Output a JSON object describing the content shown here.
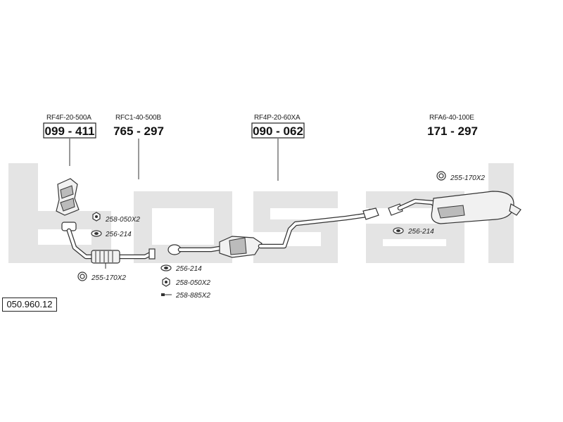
{
  "watermark": "bosal",
  "reference": "050.960.12",
  "parts": [
    {
      "oem": "RF4F-20-500A",
      "number": "099 - 411",
      "boxed": true
    },
    {
      "oem": "RFC1-40-500B",
      "number": "765 - 297",
      "boxed": false
    },
    {
      "oem": "RF4P-20-60XA",
      "number": "090 - 062",
      "boxed": true
    },
    {
      "oem": "RFA6-40-100E",
      "number": "171 - 297",
      "boxed": false
    }
  ],
  "fittings": [
    {
      "code": "258-050X2",
      "icon": "nut-icon"
    },
    {
      "code": "256-214",
      "icon": "gasket-icon"
    },
    {
      "code": "255-170X2",
      "icon": "spring-icon"
    },
    {
      "code": "256-214",
      "icon": "gasket-icon"
    },
    {
      "code": "258-050X2",
      "icon": "nut-icon"
    },
    {
      "code": "258-885X2",
      "icon": "bolt-icon"
    },
    {
      "code": "255-170X2",
      "icon": "spring-icon"
    },
    {
      "code": "256-214",
      "icon": "gasket-icon"
    }
  ]
}
